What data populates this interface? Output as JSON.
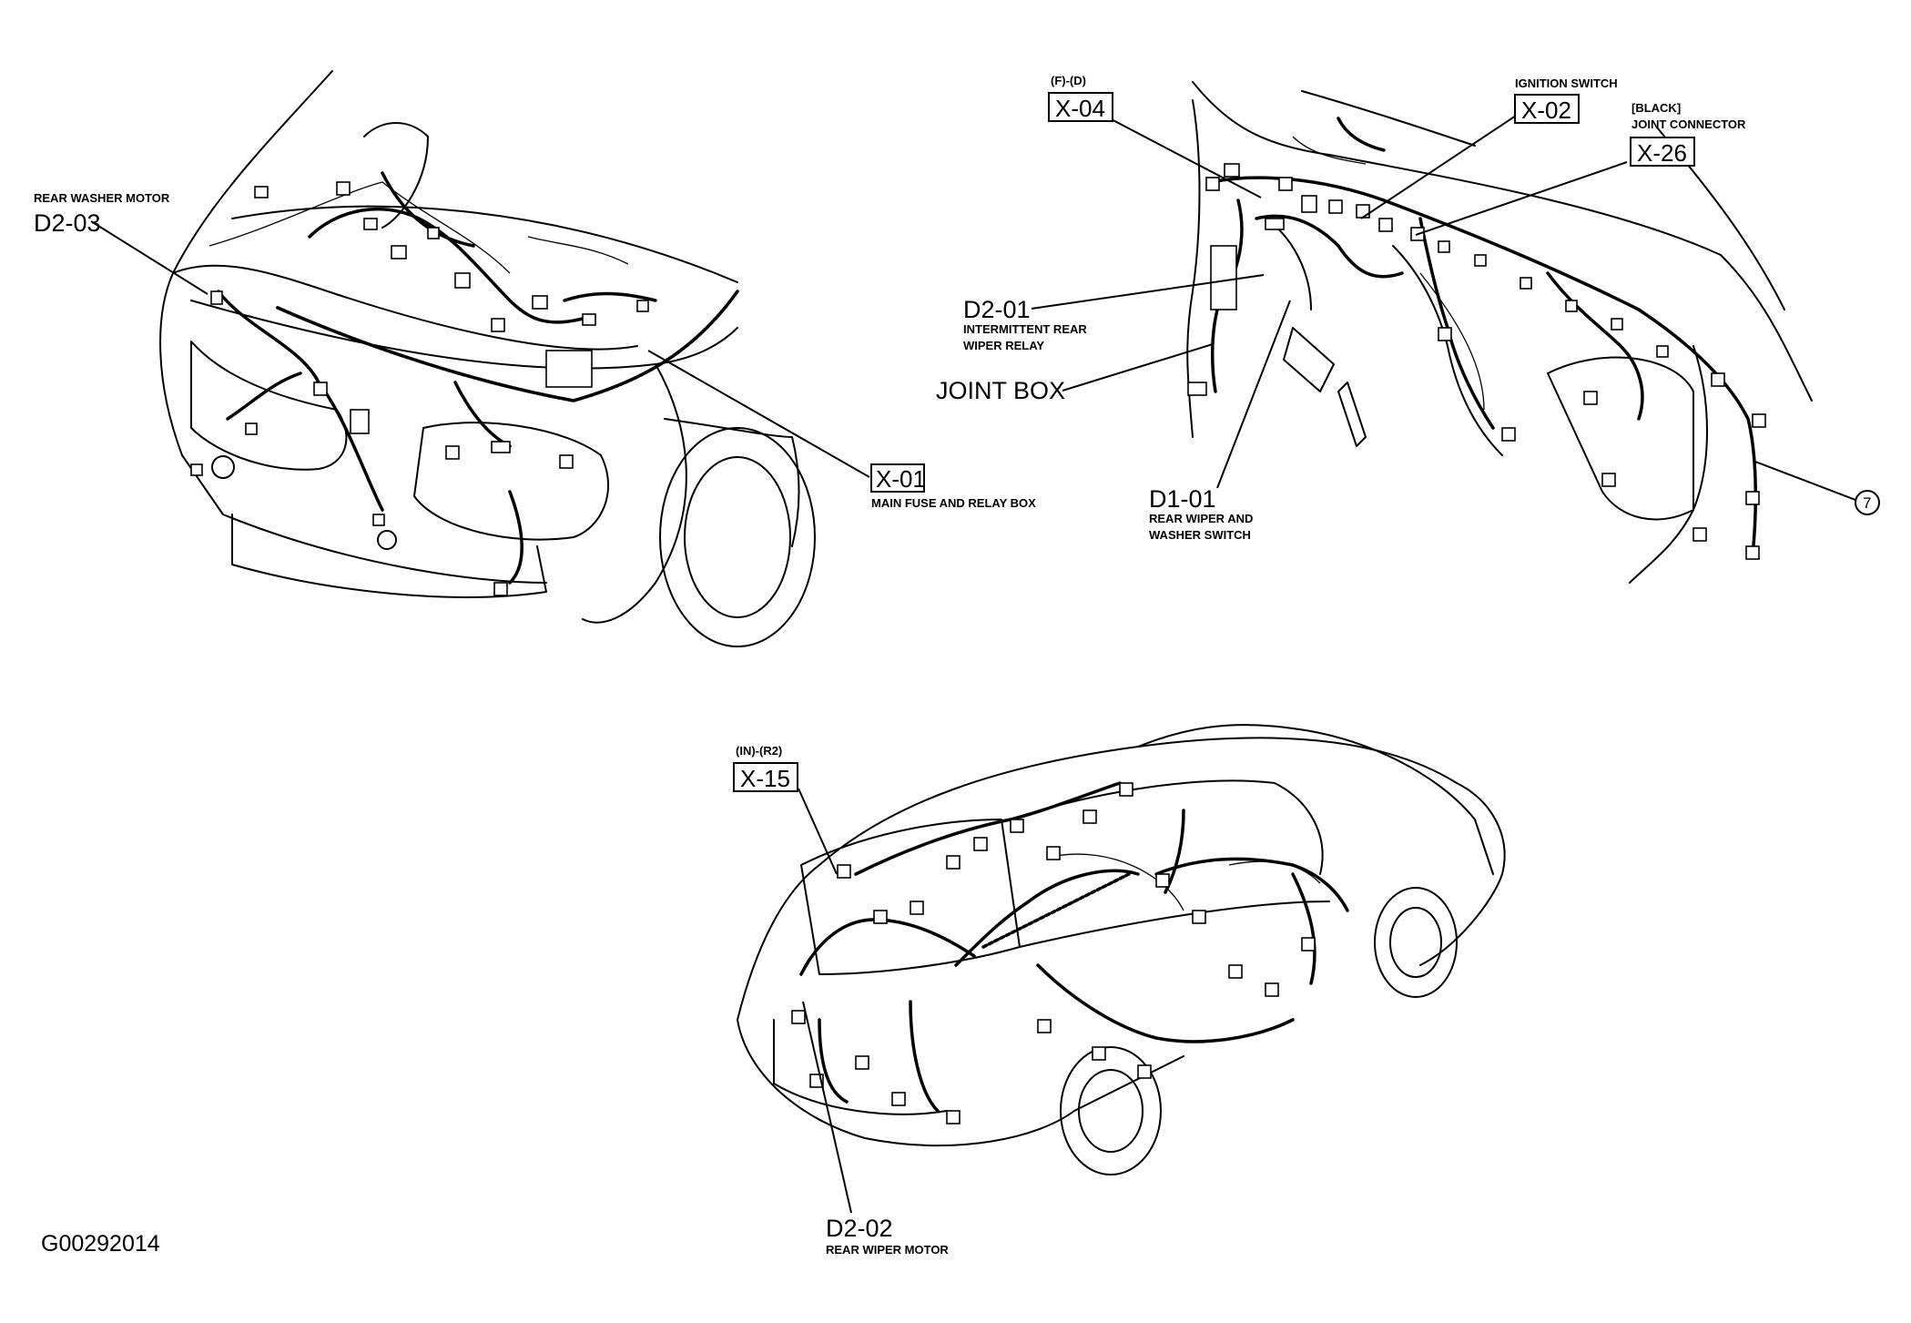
{
  "figure_id": "G00292014",
  "labels": {
    "d2_03": {
      "code": "D2-03",
      "desc": [
        "REAR WASHER MOTOR"
      ]
    },
    "x_01": {
      "code": "X-01",
      "desc": [
        "MAIN FUSE AND RELAY BOX"
      ]
    },
    "x_04": {
      "code": "X-04",
      "desc": [
        "(F)-(D)"
      ]
    },
    "x_02": {
      "code": "X-02",
      "desc": [
        "IGNITION SWITCH"
      ]
    },
    "x_26": {
      "code": "X-26",
      "desc": [
        "[BLACK]",
        "JOINT CONNECTOR"
      ]
    },
    "d2_01": {
      "code": "D2-01",
      "desc": [
        "INTERMITTENT REAR",
        "WIPER RELAY"
      ]
    },
    "joint_box": {
      "text": "JOINT BOX"
    },
    "d1_01": {
      "code": "D1-01",
      "desc": [
        "REAR WIPER AND",
        "WASHER SWITCH"
      ]
    },
    "ref_7": {
      "text": "7"
    },
    "x_15": {
      "code": "X-15",
      "desc": [
        "(IN)-(R2)"
      ]
    },
    "d2_02": {
      "code": "D2-02",
      "desc": [
        "REAR WIPER MOTOR"
      ]
    }
  }
}
